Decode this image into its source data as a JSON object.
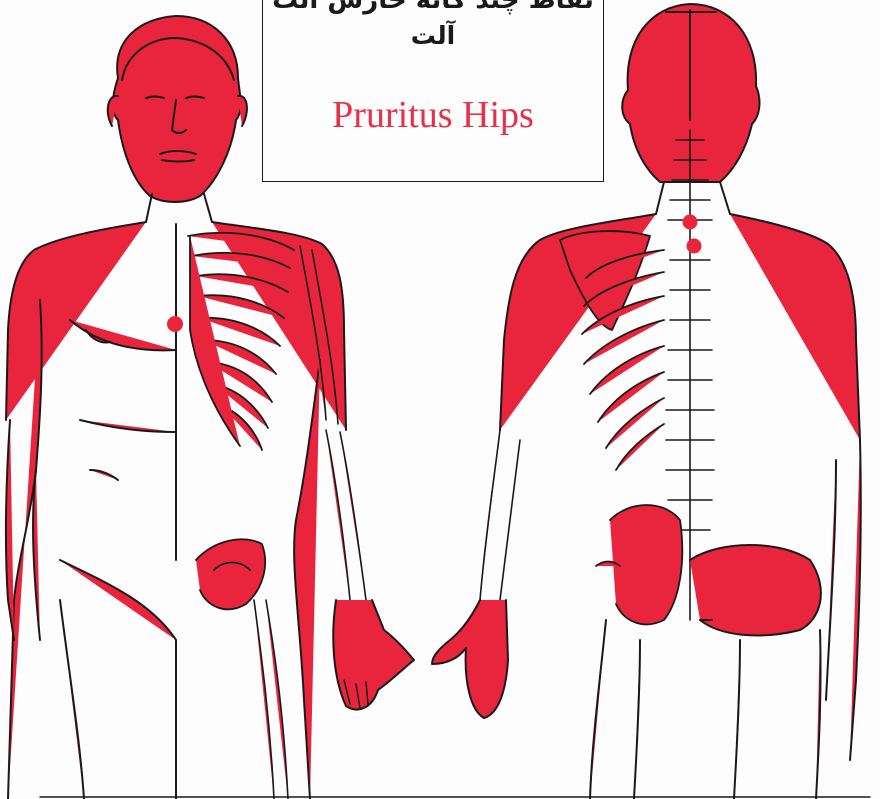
{
  "caption": {
    "persian_line_1": "نقاط چند گانه خارش آلت",
    "persian_line_2": "آلت",
    "english_title": "Pruritus Hips"
  },
  "figures": {
    "front": {
      "view": "anterior"
    },
    "back": {
      "view": "posterior"
    }
  },
  "points": [
    {
      "figure": "front",
      "label": ""
    },
    {
      "figure": "back",
      "label": ""
    },
    {
      "figure": "back",
      "label": ""
    }
  ],
  "colors": {
    "point": "#e8253d",
    "title": "#e8304a",
    "line": "#1a1a1a",
    "background": "#fdfdfd"
  }
}
